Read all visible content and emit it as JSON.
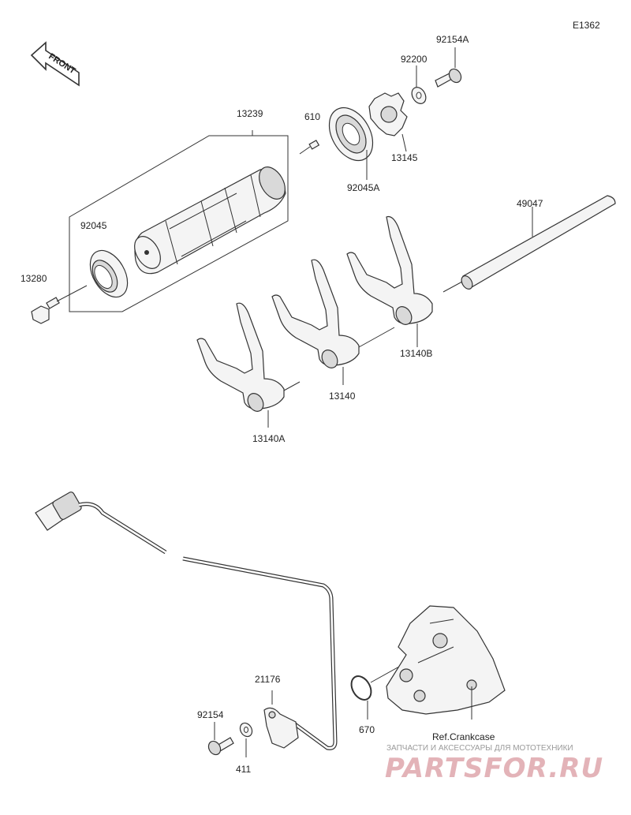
{
  "diagram_code": "E1362",
  "front_label": "FRONT",
  "labels": {
    "p13239": "13239",
    "p610": "610",
    "p92045": "92045",
    "p13280": "13280",
    "p92045A": "92045A",
    "p92200": "92200",
    "p92154A": "92154A",
    "p13145": "13145",
    "p49047": "49047",
    "p13140B": "13140B",
    "p13140": "13140",
    "p13140A": "13140A",
    "p21176": "21176",
    "p92154": "92154",
    "p411": "411",
    "p670": "670",
    "ref_crankcase": "Ref.Crankcase"
  },
  "watermark": {
    "tagline": "ЗАПЧАСТИ И АКСЕССУАРЫ ДЛЯ МОТОТЕХНИКИ",
    "brand": "PARTSFOR.RU"
  }
}
